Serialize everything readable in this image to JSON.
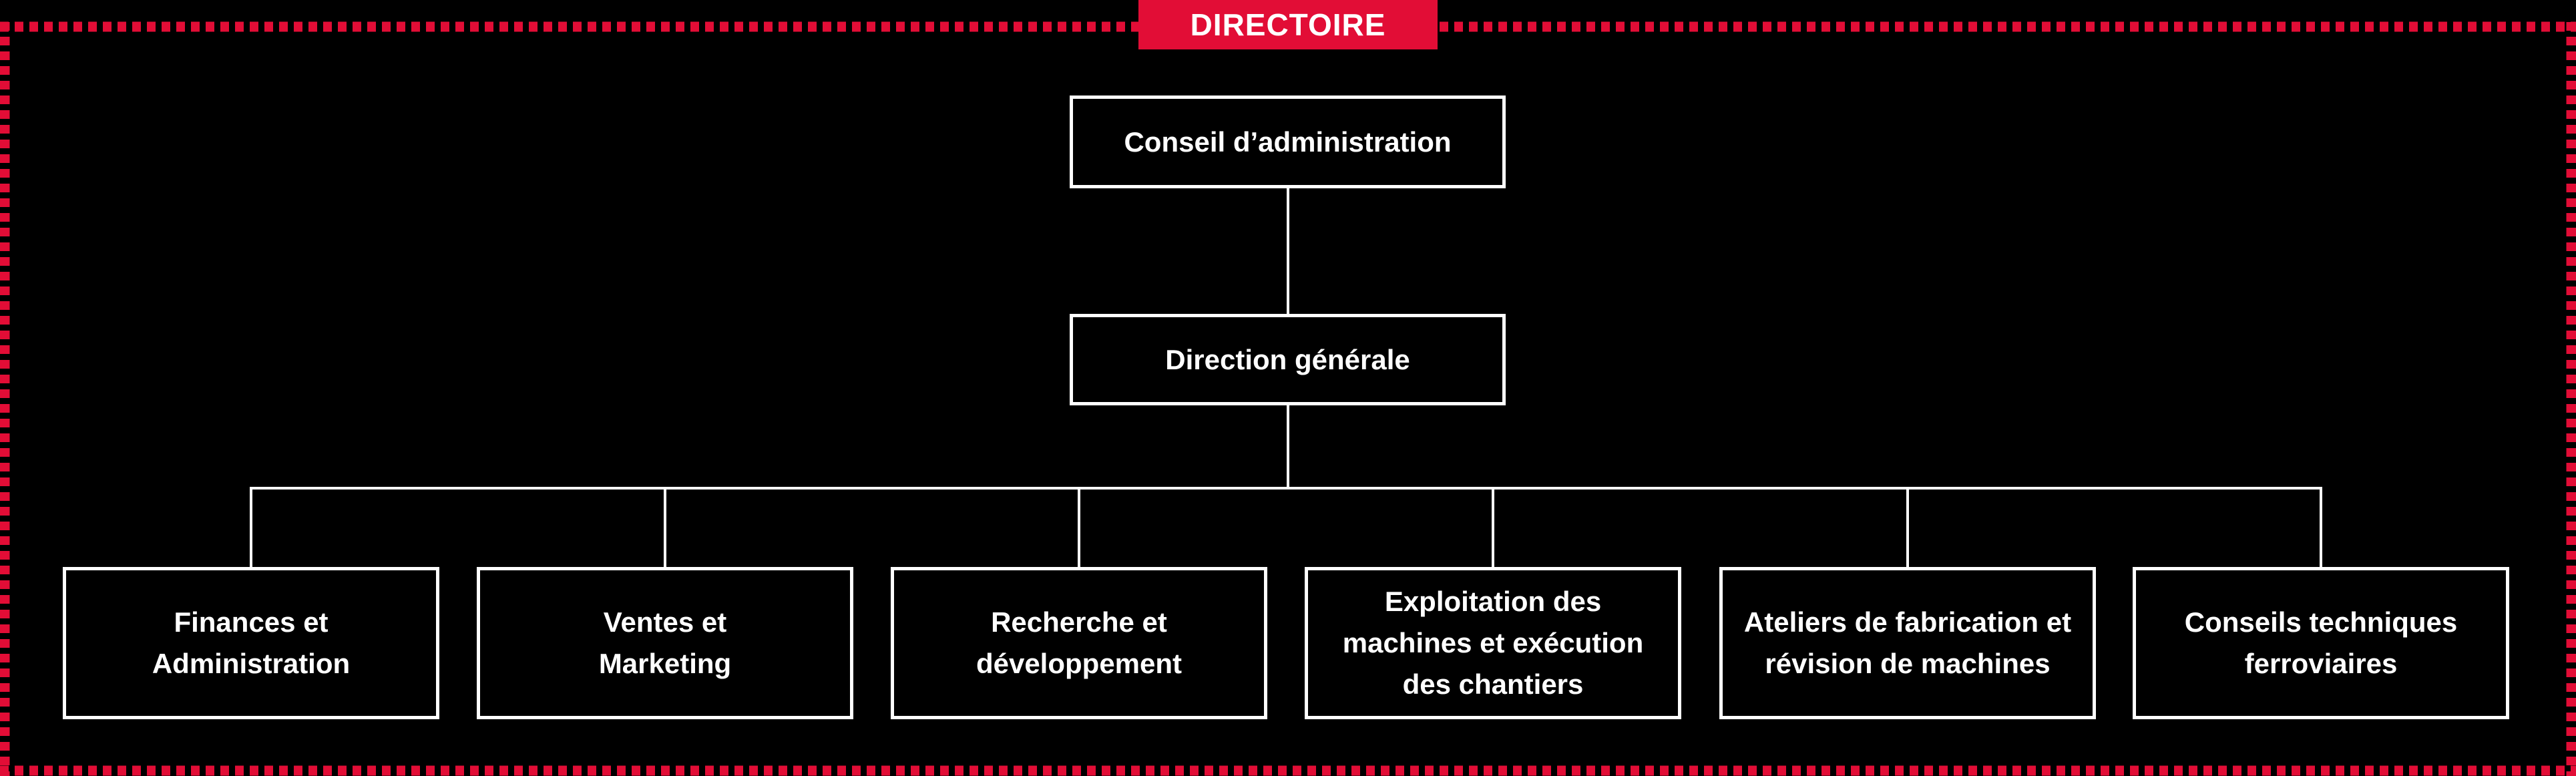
{
  "colors": {
    "background": "#000000",
    "accent": "#E20D36",
    "node_border": "#FFFFFF",
    "text": "#FFFFFF"
  },
  "header": {
    "title": "DIRECTOIRE"
  },
  "org_chart": {
    "type": "org-tree",
    "nodes": {
      "board": {
        "id": "board",
        "label": "Conseil d’administration"
      },
      "general_management": {
        "id": "general_management",
        "label": "Direction générale"
      },
      "departments": [
        {
          "id": "finance",
          "label": "Finances et\nAdministration"
        },
        {
          "id": "sales",
          "label": "Ventes et\nMarketing"
        },
        {
          "id": "rnd",
          "label": "Recherche et\ndéveloppement"
        },
        {
          "id": "operations",
          "label": "Exploitation des\nmachines et exécution\ndes chantiers"
        },
        {
          "id": "workshops",
          "label": "Ateliers de fabrication et\nrévision de machines"
        },
        {
          "id": "rail_consulting",
          "label": "Conseils techniques\nferroviaires"
        }
      ]
    },
    "edges": [
      {
        "from": "board",
        "to": "general_management"
      },
      {
        "from": "general_management",
        "to": "finance"
      },
      {
        "from": "general_management",
        "to": "sales"
      },
      {
        "from": "general_management",
        "to": "rnd"
      },
      {
        "from": "general_management",
        "to": "operations"
      },
      {
        "from": "general_management",
        "to": "workshops"
      },
      {
        "from": "general_management",
        "to": "rail_consulting"
      }
    ]
  }
}
